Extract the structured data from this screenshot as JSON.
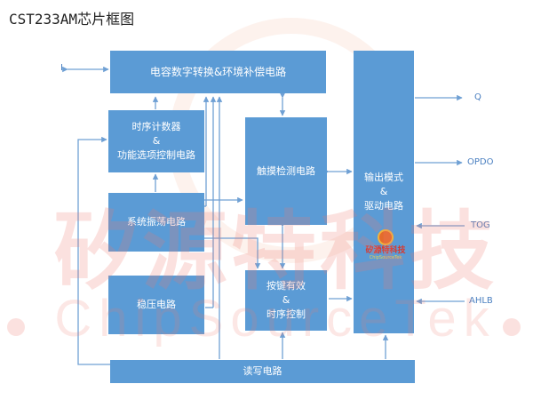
{
  "title": "CST233AM芯片框图",
  "watermark": {
    "chinese": "矽源特科技",
    "english": "ChipSourceTek"
  },
  "logo": {
    "name": "矽源特科技",
    "sub": "ChipSourceTek"
  },
  "blocks": {
    "cdc": "电容数字转换&环境补偿电路",
    "timer_l1": "时序计数器",
    "timer_l2": "&",
    "timer_l3": "功能选项控制电路",
    "osc": "系统振荡电路",
    "reg": "稳压电路",
    "touch": "触摸检测电路",
    "key_l1": "按键有效",
    "key_l2": "&",
    "key_l3": "时序控制",
    "out_l1": "输出模式",
    "out_l2": "&",
    "out_l3": "驱动电路",
    "rw": "读写电路"
  },
  "pins": {
    "i": "I",
    "q": "Q",
    "opdo": "OPDO",
    "tog": "TOG",
    "ahlb": "AHLB"
  },
  "colors": {
    "block": "#5b9bd5",
    "line": "#6fa0d4",
    "watermark": "#ec786e"
  }
}
